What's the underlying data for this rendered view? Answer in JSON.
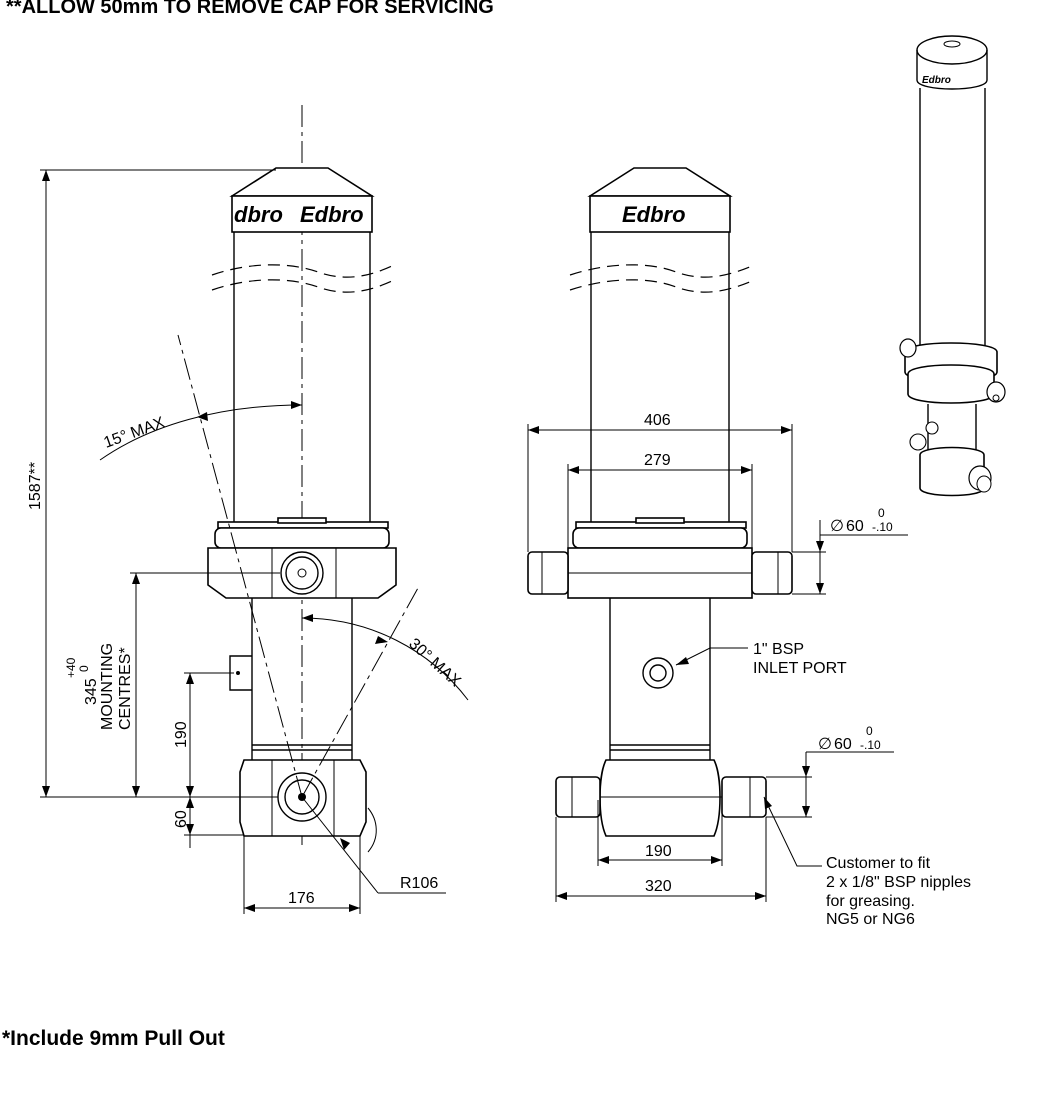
{
  "notes": {
    "top": "**ALLOW 50mm TO REMOVE CAP FOR SERVICING",
    "bottom": "*Include 9mm Pull Out"
  },
  "brand": {
    "logo_text": "Edbro",
    "logo_partial": "dbro"
  },
  "side_view": {
    "overall_height": "1587**",
    "angle_top": "15° MAX",
    "angle_bottom": "30° MAX",
    "mounting_value": "345",
    "mounting_tol_upper": "+40",
    "mounting_tol_lower": "0",
    "mounting_line1": "MOUNTING",
    "mounting_line2": "CENTRES*",
    "dim_190": "190",
    "dim_60": "60",
    "dim_176": "176",
    "radius": "R106"
  },
  "front_view": {
    "dim_406": "406",
    "dim_279": "279",
    "trunnion_top_dia": "60",
    "trunnion_top_tol_upper": "0",
    "trunnion_top_tol_lower": "-.10",
    "inlet_line1": "1\" BSP",
    "inlet_line2": "INLET PORT",
    "trunnion_bottom_dia": "60",
    "trunnion_bottom_tol_upper": "0",
    "trunnion_bottom_tol_lower": "-.10",
    "dim_190": "190",
    "dim_320": "320",
    "grease_line1": "Customer to fit",
    "grease_line2": "2 x 1/8\" BSP nipples",
    "grease_line3": "for greasing.",
    "grease_line4": "NG5 or NG6"
  },
  "symbols": {
    "diameter": "∅"
  }
}
